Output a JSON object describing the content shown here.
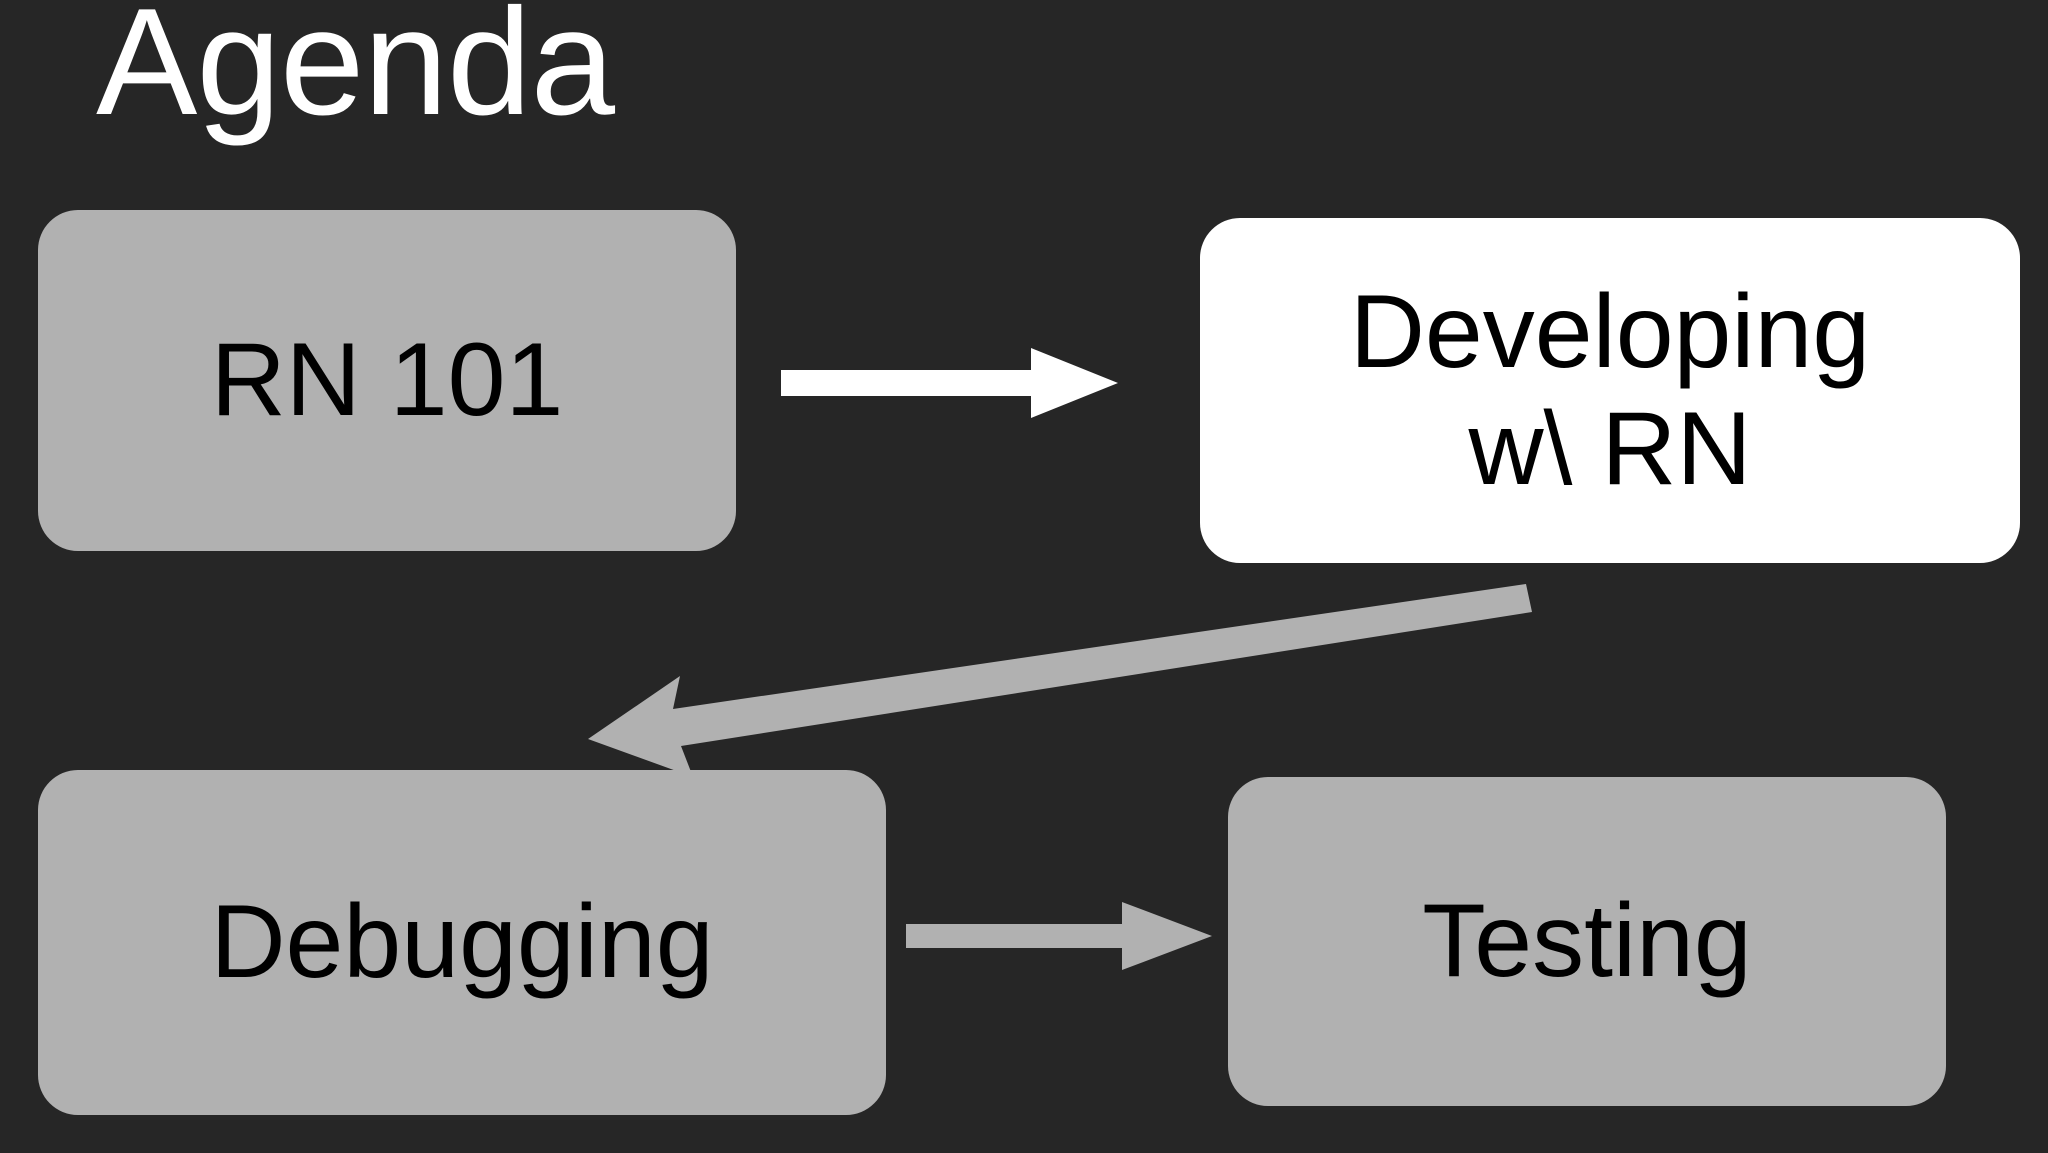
{
  "slide": {
    "title": "Agenda",
    "background_color": "#262626",
    "title_color": "#ffffff"
  },
  "palette": {
    "background": "#262626",
    "node_gray": "#b1b1b1",
    "node_white": "#ffffff",
    "node_text": "#000000",
    "arrow_white": "#ffffff",
    "arrow_gray": "#b1b1b1"
  },
  "nodes": [
    {
      "id": "rn-101",
      "label": "RN 101",
      "fill": "#b1b1b1",
      "text_color": "#000000",
      "highlighted": false
    },
    {
      "id": "developing-w-rn",
      "label": "Developing w\\ RN",
      "line1": "Developing",
      "line2": "w\\ RN",
      "fill": "#ffffff",
      "text_color": "#000000",
      "highlighted": true
    },
    {
      "id": "debugging",
      "label": "Debugging",
      "fill": "#b1b1b1",
      "text_color": "#000000",
      "highlighted": false
    },
    {
      "id": "testing",
      "label": "Testing",
      "fill": "#b1b1b1",
      "text_color": "#000000",
      "highlighted": false
    }
  ],
  "connectors": [
    {
      "id": "rn101-to-developing",
      "from": "rn-101",
      "to": "developing-w-rn",
      "color": "#ffffff",
      "direction": "right"
    },
    {
      "id": "developing-to-debugging",
      "from": "developing-w-rn",
      "to": "debugging",
      "color": "#b1b1b1",
      "direction": "down-left"
    },
    {
      "id": "debugging-to-testing",
      "from": "debugging",
      "to": "testing",
      "color": "#b1b1b1",
      "direction": "right"
    }
  ]
}
